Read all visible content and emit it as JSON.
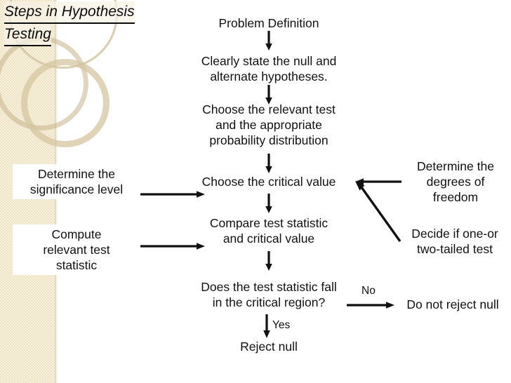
{
  "slide": {
    "title_lines": [
      "Steps in Hypothesis",
      "Testing"
    ],
    "background_color": "#ffffff",
    "sidebar_color": "#efe3c3"
  },
  "flowchart": {
    "type": "flow-diagram",
    "main_chain": [
      {
        "id": "problem-definition",
        "label": "Problem Definition"
      },
      {
        "id": "state-hypotheses",
        "label": "Clearly state the null and\nalternate hypotheses."
      },
      {
        "id": "choose-test",
        "label": "Choose the relevant test\nand the appropriate\nprobability distribution"
      },
      {
        "id": "choose-critical-value",
        "label": "Choose the critical value"
      },
      {
        "id": "compare-statistic",
        "label": "Compare test statistic\nand critical value"
      },
      {
        "id": "decision-question",
        "label": "Does the test statistic fall\nin the critical region?"
      },
      {
        "id": "reject-null",
        "label": "Reject null"
      }
    ],
    "left_inputs": [
      {
        "id": "significance-level",
        "label": "Determine the\nsignificance level"
      },
      {
        "id": "compute-statistic",
        "label": "Compute\nrelevant test\nstatistic"
      }
    ],
    "right_inputs": [
      {
        "id": "degrees-of-freedom",
        "label": "Determine the\ndegrees of\nfreedom"
      },
      {
        "id": "tailed-test",
        "label": "Decide if one-or\ntwo-tailed test"
      }
    ],
    "outcomes": [
      {
        "id": "do-not-reject-null",
        "label": "Do not reject null"
      }
    ],
    "edge_labels": [
      {
        "id": "branch-no",
        "label": "No"
      },
      {
        "id": "branch-yes",
        "label": "Yes"
      }
    ]
  }
}
